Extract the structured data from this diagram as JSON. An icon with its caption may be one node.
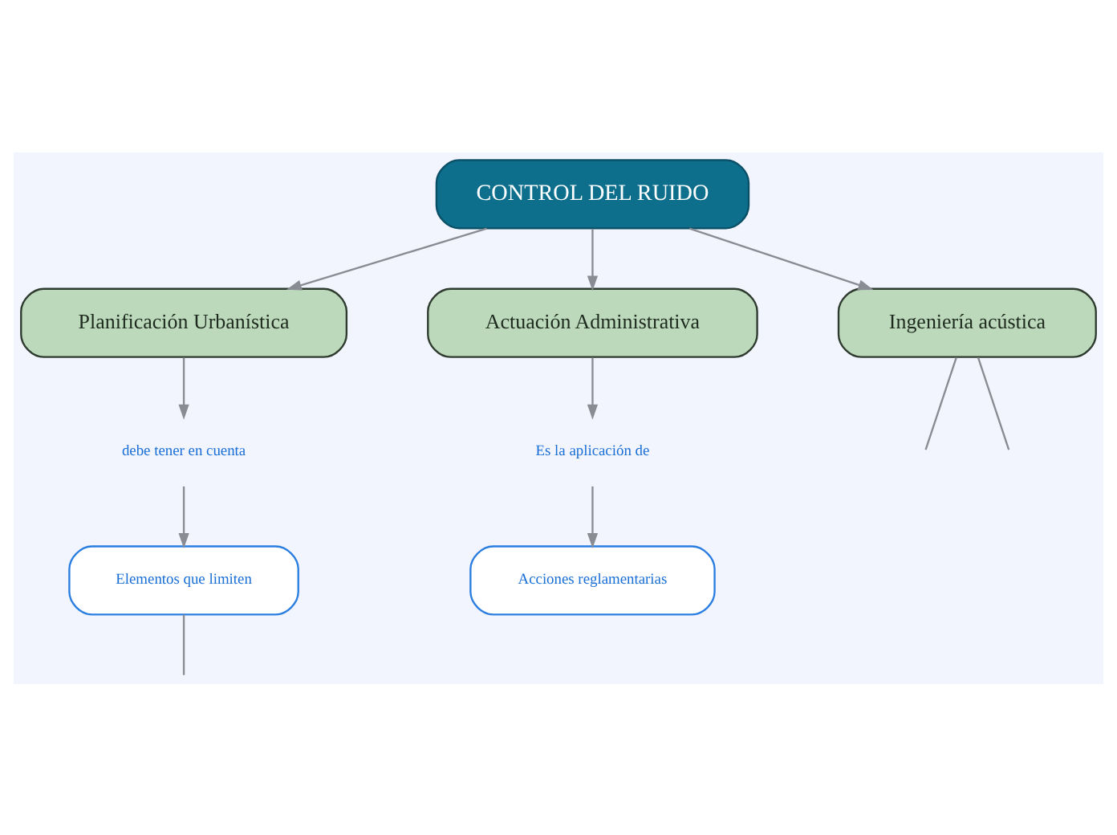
{
  "diagram": {
    "nodes": [
      {
        "text": [
          "CONTROL DEL RUIDO"
        ]
      },
      {
        "text": [
          "Planificación Urbanística"
        ]
      },
      {
        "text": [
          "Actuación Administrativa"
        ]
      },
      {
        "text": [
          "Ingeniería acústica"
        ]
      },
      {
        "text": [
          "debe tener en cuenta"
        ]
      },
      {
        "text": [
          "Elementos que limiten"
        ]
      },
      {
        "text": [
          "Es la aplicación de"
        ]
      },
      {
        "text": [
          "Acciones reglamentarias"
        ]
      }
    ],
    "edges": [
      {
        "from": 0,
        "to": 1,
        "arrow": "to"
      },
      {
        "from": 0,
        "to": 2,
        "arrow": "to"
      },
      {
        "from": 0,
        "to": 3,
        "arrow": "to"
      },
      {
        "from": 1,
        "to": 4,
        "arrow": "to"
      },
      {
        "from": 4,
        "to": 5,
        "arrow": "to"
      },
      {
        "from": 5,
        "to": null,
        "arrow": "none"
      },
      {
        "from": 2,
        "to": 6,
        "arrow": "to"
      },
      {
        "from": 6,
        "to": 7,
        "arrow": "to"
      },
      {
        "from": 3,
        "to": null,
        "arrow": "none"
      },
      {
        "from": 3,
        "to": null,
        "arrow": "none"
      }
    ]
  }
}
